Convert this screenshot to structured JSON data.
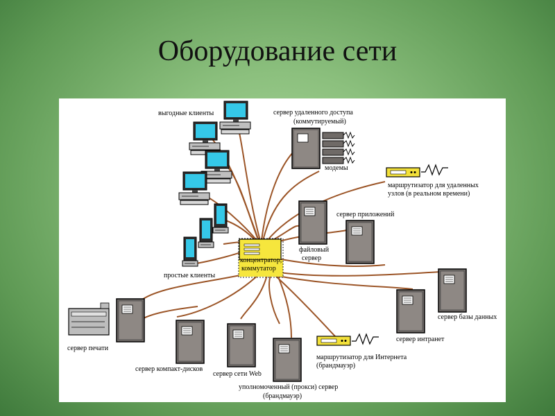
{
  "slide": {
    "title": "Оборудование сети"
  },
  "labels": {
    "power_clients": "выгодные клиенты",
    "remote_access_server_1": "сервер удаленного доступа",
    "remote_access_server_2": "(коммутируемый)",
    "modems": "модемы",
    "remote_router_1": "маршрутизатор для удаленных",
    "remote_router_2": "узлов (в реальном времени)",
    "app_server": "сервер приложений",
    "file_server_1": "файловый",
    "file_server_2": "сервер",
    "hub_1": "концентратор,",
    "hub_2": "коммутатор",
    "simple_clients": "простые клиенты",
    "db_server": "сервер базы данных",
    "intranet_server": "сервер интранет",
    "print_server": "сервер печати",
    "cd_server": "сервер компакт-дисков",
    "web_server": "сервер сети Web",
    "internet_router_1": "маршрутизатор для Интернета",
    "internet_router_2": "(брандмауэр)",
    "proxy_server_1": "уполномоченный (прокси) сервер",
    "proxy_server_2": "(брандмауэр)"
  }
}
